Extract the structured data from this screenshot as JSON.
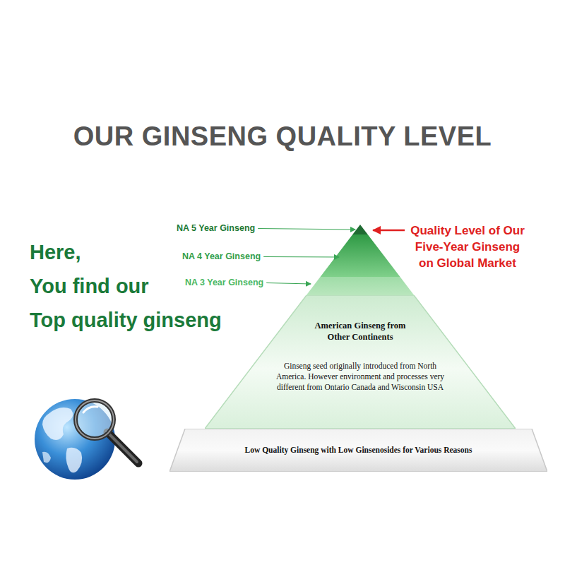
{
  "diagram": {
    "title": "OUR GINSENG QUALITY LEVEL",
    "nodes": [
      {
        "text": [
          "American Ginseng from Other Continents",
          "Ginseng seed originally introduced from North America. However environment and processes very different from Ontario Canada and Wisconsin USA"
        ]
      },
      {
        "text": [
          "Low Quality Ginseng with Low Ginsenosides for Various Reasons"
        ]
      }
    ],
    "labels": [
      "NA 5 Year Ginseng",
      "NA 4 Year Ginseng",
      "NA 3 Year Ginseng",
      "Quality Level of Our Five-Year Ginseng on Global Market",
      "Here,",
      "You find our",
      "Top quality ginseng"
    ]
  }
}
